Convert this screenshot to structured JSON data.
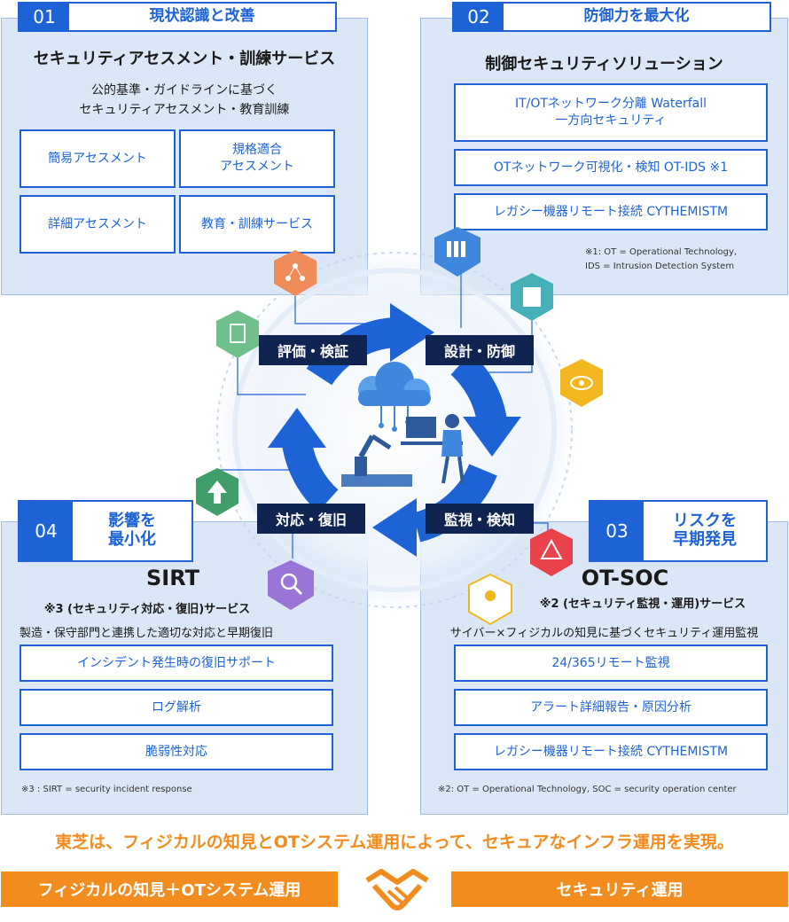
{
  "colors": {
    "accent": "#1e63d6",
    "panel": "#dbe7f6",
    "navy": "#0f2450",
    "orange": "#f28c1e"
  },
  "p1": {
    "num": "01",
    "title": "現状認識と改善",
    "heading": "セキュリティアセスメント・訓練サービス",
    "sub1": "公的基準・ガイドラインに基づく",
    "sub2": "セキュリティアセスメント・教育訓練",
    "box1": "簡易アセスメント",
    "box2a": "規格適合",
    "box2b": "アセスメント",
    "box3": "詳細アセスメント",
    "box4": "教育・訓練サービス"
  },
  "p2": {
    "num": "02",
    "title": "防御力を最大化",
    "heading": "制御セキュリティソリューション",
    "box1a": "IT/OTネットワーク分離 Waterfall",
    "box1b": "一方向セキュリティ",
    "box2": "OTネットワーク可視化・検知 OT-IDS ※1",
    "box3": "レガシー機器リモート接続 CYTHEMISTM",
    "note1": "※1: OT = Operational Technology,",
    "note2": "IDS = Intrusion Detection System"
  },
  "p3": {
    "num": "03",
    "title1": "リスクを",
    "title2": "早期発見",
    "heading": "OT-SOC",
    "sub": "※2 (セキュリティ監視・運用)サービス",
    "desc": "サイバー×フィジカルの知見に基づくセキュリティ運用監視",
    "box1": "24/365リモート監視",
    "box2": "アラート詳細報告・原因分析",
    "box3": "レガシー機器リモート接続 CYTHEMISTM",
    "note": "※2: OT = Operational Technology, SOC = security operation center"
  },
  "p4": {
    "num": "04",
    "title1": "影響を",
    "title2": "最小化",
    "heading": "SIRT",
    "sub": "※3 (セキュリティ対応・復旧)サービス",
    "desc": "製造・保守部門と連携した適切な対応と早期復旧",
    "box1": "インシデント発生時の復旧サポート",
    "box2": "ログ解析",
    "box3": "脆弱性対応",
    "note": "※3 : SIRT = security incident response"
  },
  "cycle": {
    "l1": "評価・検証",
    "l2": "設計・防御",
    "l3": "監視・検知",
    "l4": "対応・復旧"
  },
  "footer": {
    "tagline": "東芝は、フィジカルの知見とOTシステム運用によって、セキュアなインフラ運用を実現。",
    "left": "フィジカルの知見＋OTシステム運用",
    "right": "セキュリティ運用"
  },
  "icons": [
    "network-shield-icon",
    "clipboard-shield-icon",
    "files-shield-icon",
    "checklist-shield-icon",
    "eye-shield-icon",
    "warning-shield-icon",
    "person-shield-icon",
    "magnifier-shield-icon",
    "arrow-up-shield-icon",
    "cloud-icon",
    "robot-arm-icon",
    "operator-desk-icon",
    "handshake-icon"
  ]
}
